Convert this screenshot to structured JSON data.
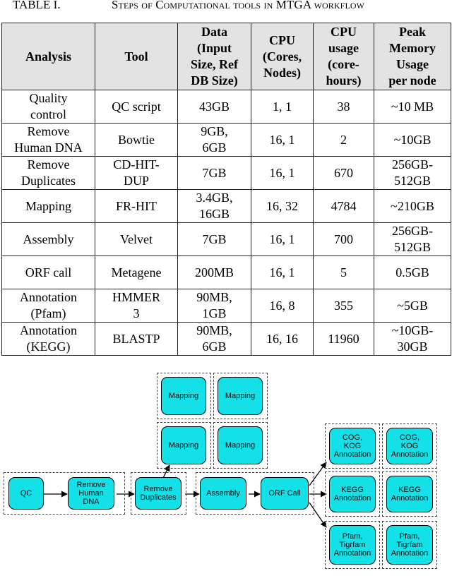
{
  "caption": {
    "number": "TABLE I.",
    "title": "Steps of Computational tools in MTGA workflow"
  },
  "table": {
    "headers": [
      "Analysis",
      "Tool",
      "Data\n(Input\nSize, Ref\nDB Size)",
      "CPU\n(Cores,\nNodes)",
      "CPU\nusage\n(core-\nhours)",
      "Peak\nMemory\nUsage\nper node"
    ],
    "rows": [
      [
        "Quality\ncontrol",
        "QC script",
        "43GB",
        "1, 1",
        "38",
        "~10 MB"
      ],
      [
        "Remove\nHuman DNA",
        "Bowtie",
        "9GB,\n6GB",
        "16, 1",
        "2",
        "~10GB"
      ],
      [
        "Remove\nDuplicates",
        "CD-HIT-\nDUP",
        "7GB",
        "16, 1",
        "670",
        "256GB-\n512GB"
      ],
      [
        "Mapping",
        "FR-HIT",
        "3.4GB,\n16GB",
        "16, 32",
        "4784",
        "~210GB"
      ],
      [
        "Assembly",
        "Velvet",
        "7GB",
        "16, 1",
        "700",
        "256GB-\n512GB"
      ],
      [
        "ORF call",
        "Metagene",
        "200MB",
        "16, 1",
        "5",
        "0.5GB"
      ],
      [
        "Annotation\n(Pfam)",
        "HMMER\n3",
        "90MB,\n1GB",
        "16, 8",
        "355",
        "~5GB"
      ],
      [
        "Annotation\n(KEGG)",
        "BLASTP",
        "90MB,\n6GB",
        "16, 16",
        "11960",
        "~10GB-\n30GB"
      ]
    ]
  },
  "workflow": {
    "colors": {
      "node": "#14e0e8",
      "border": "#000000",
      "dash": "#444444"
    },
    "nodes": {
      "qc": "QC",
      "remove_human": "Remove\nHuman\nDNA",
      "remove_dup": "Remove\nDuplicates",
      "mapping_1": "Mapping",
      "mapping_2": "Mapping",
      "mapping_3": "Mapping",
      "mapping_4": "Mapping",
      "assembly": "Assembly",
      "orf_call": "ORF Call",
      "cog_1": "COG,\nKOG\nAnnotation",
      "cog_2": "COG,\nKOG\nAnnotation",
      "kegg_1": "KEGG\nAnnotation",
      "kegg_2": "KEGG\nAnnotation",
      "pfam_1": "Pfam,\nTigrfam\nAnnotation",
      "pfam_2": "Pfam,\nTigrfam\nAnnotation"
    }
  }
}
